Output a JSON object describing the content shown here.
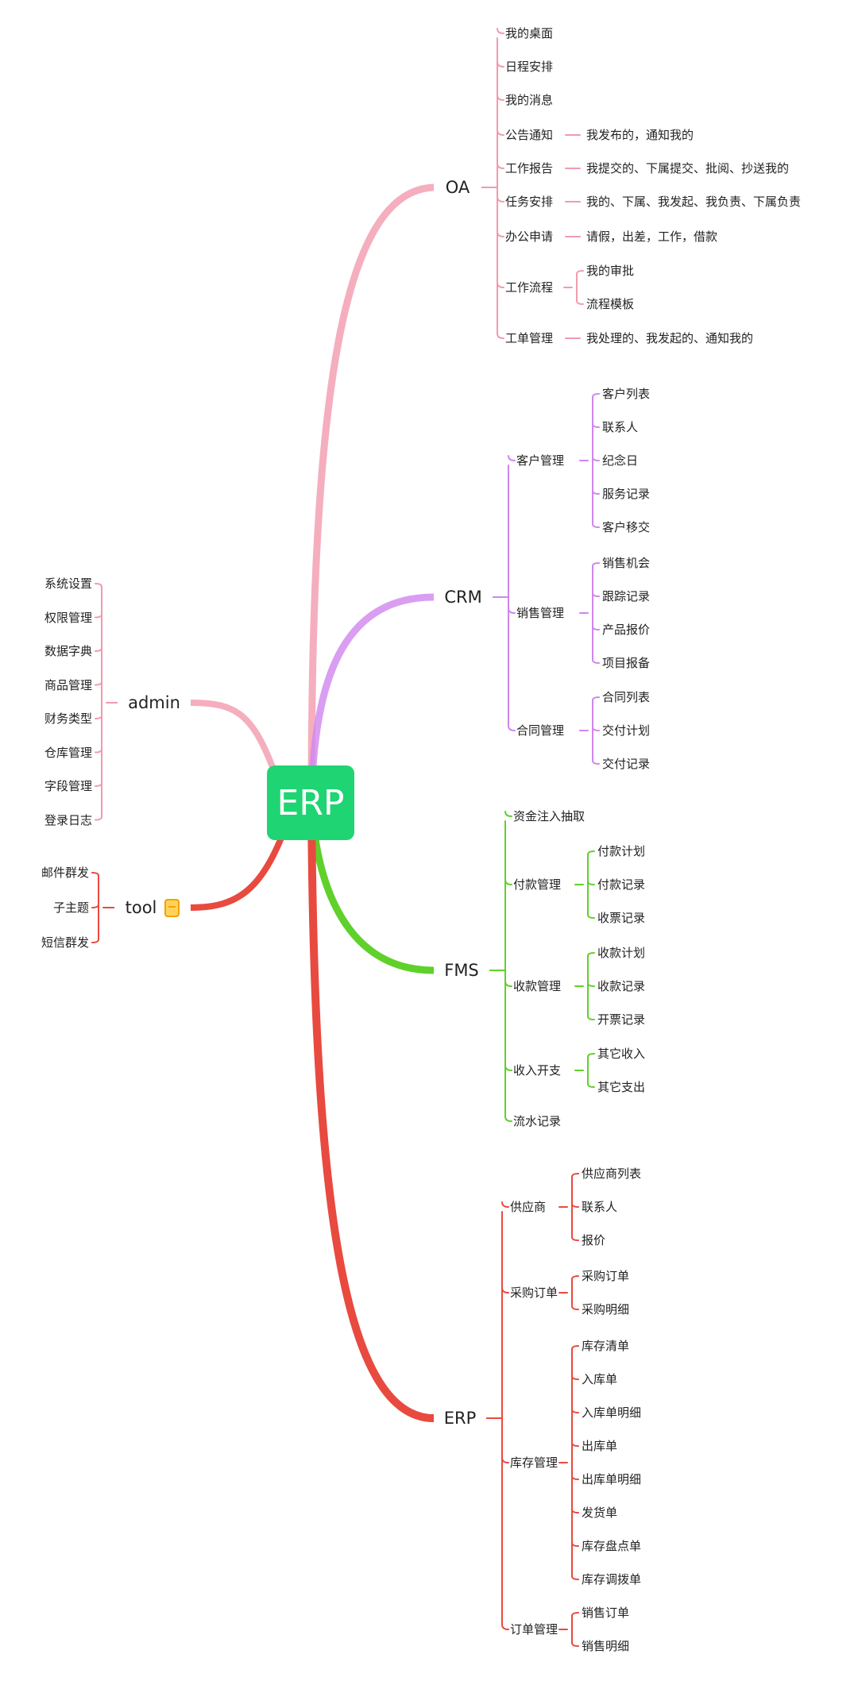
{
  "root": {
    "label": "ERP"
  },
  "branches": {
    "oa": {
      "label": "OA",
      "color": "#f29aae",
      "items": [
        {
          "label": "我的桌面",
          "children": []
        },
        {
          "label": "日程安排",
          "children": []
        },
        {
          "label": "我的消息",
          "children": []
        },
        {
          "label": "公告通知",
          "children": [
            "我发布的，通知我的"
          ]
        },
        {
          "label": "工作报告",
          "children": [
            "我提交的、下属提交、批阅、抄送我的"
          ]
        },
        {
          "label": "任务安排",
          "children": [
            "我的、下属、我发起、我负责、下属负责"
          ]
        },
        {
          "label": "办公申请",
          "children": [
            "请假，出差，工作，借款"
          ]
        },
        {
          "label": "工作流程",
          "children": [
            "我的审批",
            "流程模板"
          ]
        },
        {
          "label": "工单管理",
          "children": [
            "我处理的、我发起的、通知我的"
          ]
        }
      ]
    },
    "crm": {
      "label": "CRM",
      "color": "#cf86ee",
      "items": [
        {
          "label": "客户管理",
          "children": [
            "客户列表",
            "联系人",
            "纪念日",
            "服务记录",
            "客户移交"
          ]
        },
        {
          "label": "销售管理",
          "children": [
            "销售机会",
            "跟踪记录",
            "产品报价",
            "项目报备"
          ]
        },
        {
          "label": "合同管理",
          "children": [
            "合同列表",
            "交付计划",
            "交付记录"
          ]
        }
      ]
    },
    "fms": {
      "label": "FMS",
      "color": "#5fd12a",
      "items": [
        {
          "label": "资金注入抽取",
          "children": []
        },
        {
          "label": "付款管理",
          "children": [
            "付款计划",
            "付款记录",
            "收票记录"
          ]
        },
        {
          "label": "收款管理",
          "children": [
            "收款计划",
            "收款记录",
            "开票记录"
          ]
        },
        {
          "label": "收入开支",
          "children": [
            "其它收入",
            "其它支出"
          ]
        },
        {
          "label": "流水记录",
          "children": []
        }
      ]
    },
    "erp": {
      "label": "ERP",
      "color": "#e84a3f",
      "items": [
        {
          "label": "供应商",
          "children": [
            "供应商列表",
            "联系人",
            "报价"
          ]
        },
        {
          "label": "采购订单",
          "children": [
            "采购订单",
            "采购明细"
          ]
        },
        {
          "label": "库存管理",
          "children": [
            "库存清单",
            "入库单",
            "入库单明细",
            "出库单",
            "出库单明细",
            "发货单",
            "库存盘点单",
            "库存调拨单"
          ]
        },
        {
          "label": "订单管理",
          "children": [
            "销售订单",
            "销售明细"
          ]
        }
      ]
    },
    "admin": {
      "label": "admin",
      "color": "#f29aae",
      "items": [
        "系统设置",
        "权限管理",
        "数据字典",
        "商品管理",
        "财务类型",
        "仓库管理",
        "字段管理",
        "登录日志"
      ]
    },
    "tool": {
      "label": "tool",
      "color": "#e84a3f",
      "icon": "note-icon",
      "items": [
        "邮件群发",
        "子主题",
        "短信群发"
      ]
    }
  }
}
